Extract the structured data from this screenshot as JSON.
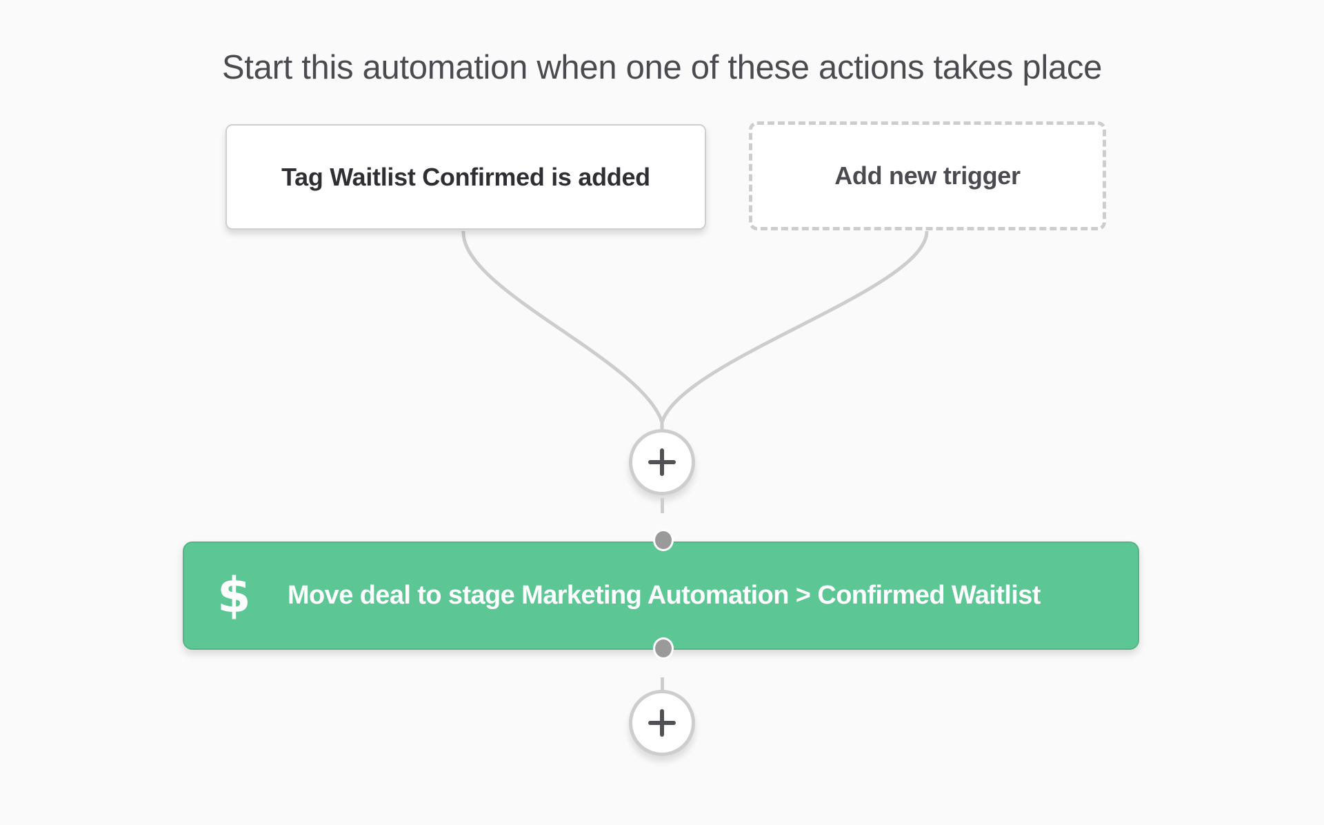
{
  "header": {
    "title": "Start this automation when one of these actions takes place"
  },
  "triggers": [
    {
      "label": "Tag Waitlist Confirmed is added",
      "style": "solid"
    },
    {
      "label": "Add new trigger",
      "style": "dashed-placeholder"
    }
  ],
  "flow": {
    "add_step_buttons": [
      {
        "icon": "plus-icon",
        "position": "after-triggers"
      },
      {
        "icon": "plus-icon",
        "position": "after-action"
      }
    ],
    "actions": [
      {
        "icon": "dollar-icon",
        "icon_glyph": "$",
        "label": "Move deal to stage Marketing Automation > Confirmed Waitlist",
        "color": "#5cc794"
      }
    ]
  },
  "colors": {
    "background": "#fbfafa",
    "connector": "#cdcdcd",
    "action_green": "#5cc794",
    "handle_dot": "#9a9a9a",
    "text_dark": "#2e2e33"
  }
}
